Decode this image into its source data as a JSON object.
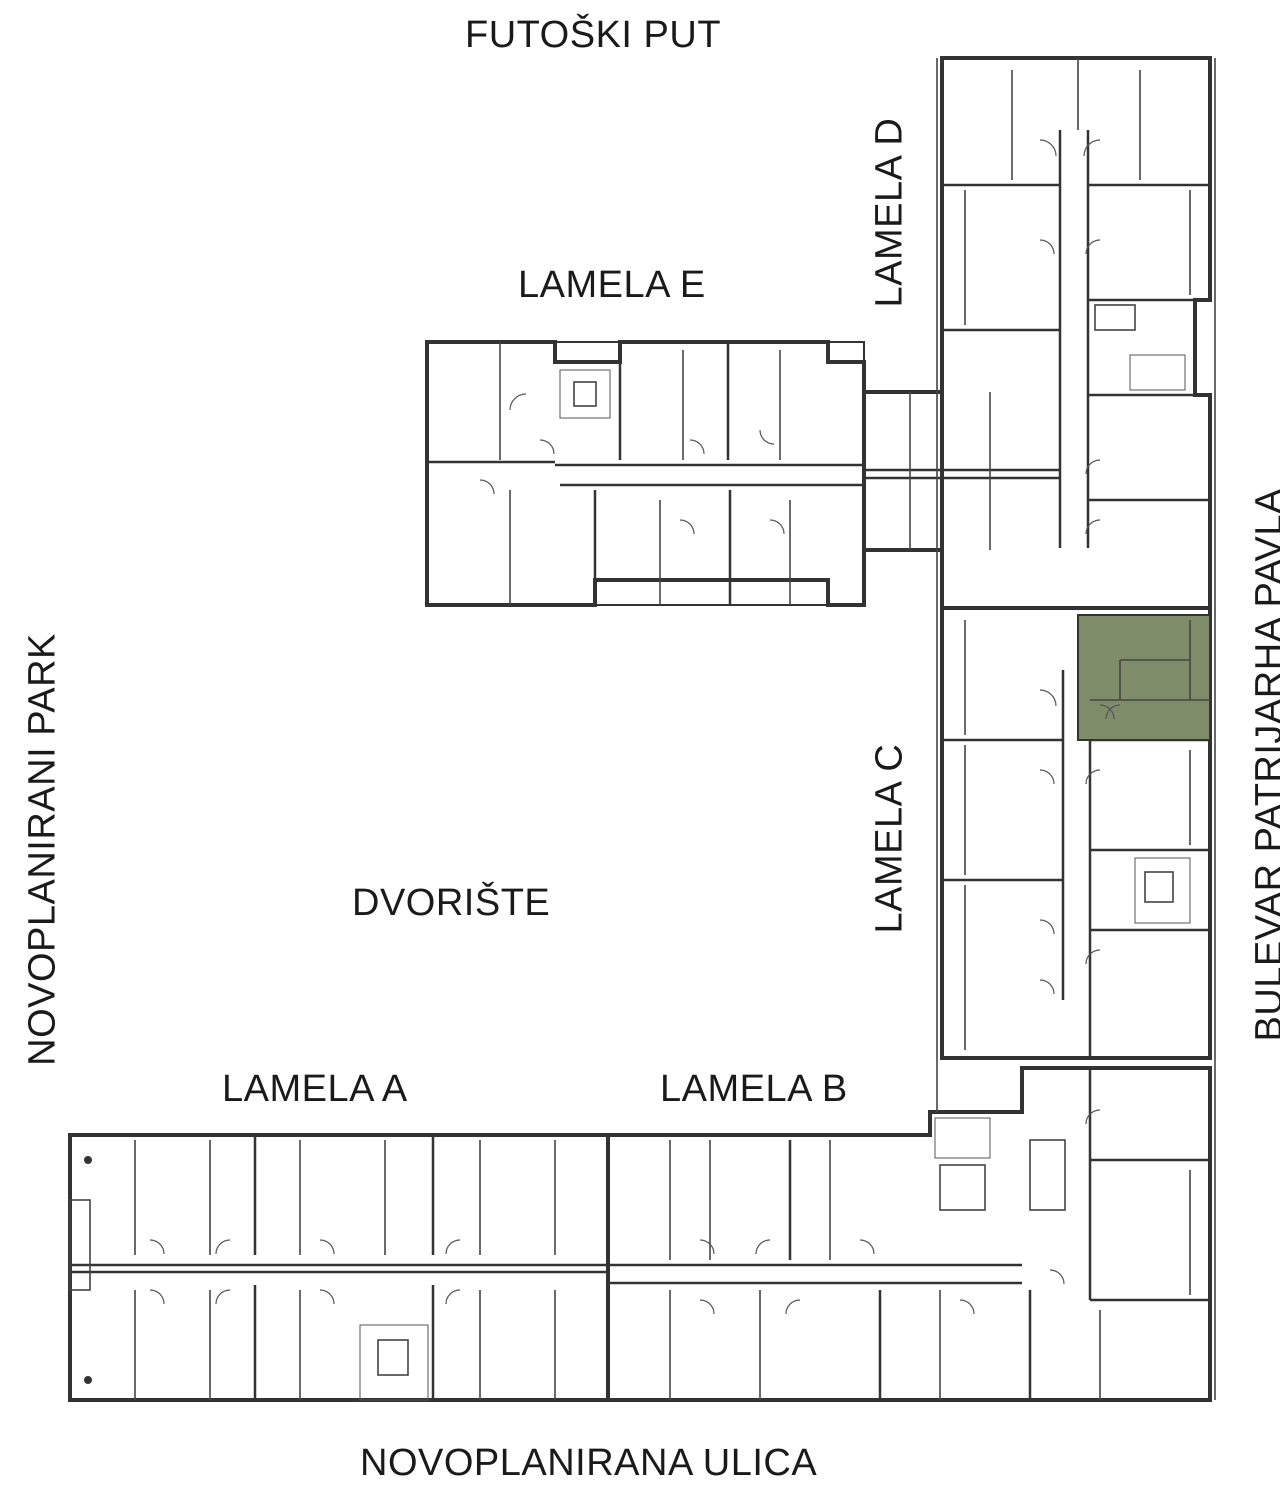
{
  "labels": {
    "north_street": "FUTOŠKI PUT",
    "south_street": "NOVOPLANIRANA ULICA",
    "west_park": "NOVOPLANIRANI PARK",
    "east_boulevard": "BULEVAR PATRIJARHA PAVLA",
    "courtyard": "DVORIŠTE",
    "lamela_a": "LAMELA A",
    "lamela_b": "LAMELA B",
    "lamela_c": "LAMELA C",
    "lamela_d": "LAMELA D",
    "lamela_e": "LAMELA E"
  },
  "colors": {
    "highlight": "#7f8c6a",
    "walls": "#333333",
    "background": "#ffffff"
  },
  "highlighted_unit": {
    "lamela": "LAMELA C",
    "selected": true
  }
}
